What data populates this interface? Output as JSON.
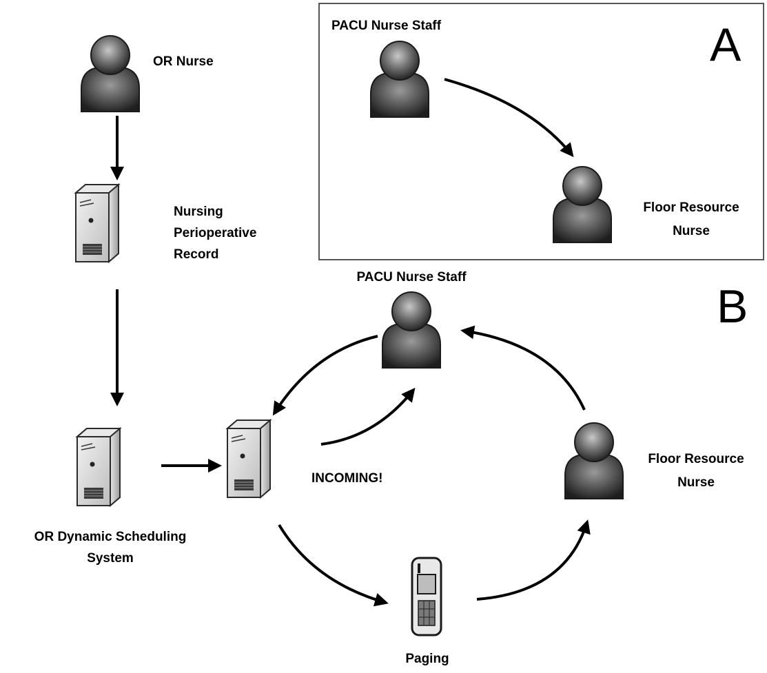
{
  "panel_a": {
    "letter": "A",
    "staff_label": "PACU Nurse Staff",
    "floor_label_line1": "Floor Resource",
    "floor_label_line2": "Nurse"
  },
  "panel_b": {
    "letter": "B",
    "staff_label": "PACU Nurse Staff",
    "floor_label_line1": "Floor Resource",
    "floor_label_line2": "Nurse",
    "incoming_label": "INCOMING!",
    "paging_label": "Paging"
  },
  "left_flow": {
    "or_nurse_label": "OR Nurse",
    "record_line1": "Nursing",
    "record_line2": "Perioperative",
    "record_line3": "Record",
    "scheduling_line1": "OR Dynamic Scheduling",
    "scheduling_line2": "System"
  },
  "icons": {
    "person": "person-icon",
    "server": "server-icon",
    "pager": "pager-icon"
  },
  "colors": {
    "person_body": "#4a4a4a",
    "person_highlight": "#bdbdbd",
    "server_face": "#d9d9d9",
    "arrow": "#000000",
    "panel_border": "#555555"
  }
}
